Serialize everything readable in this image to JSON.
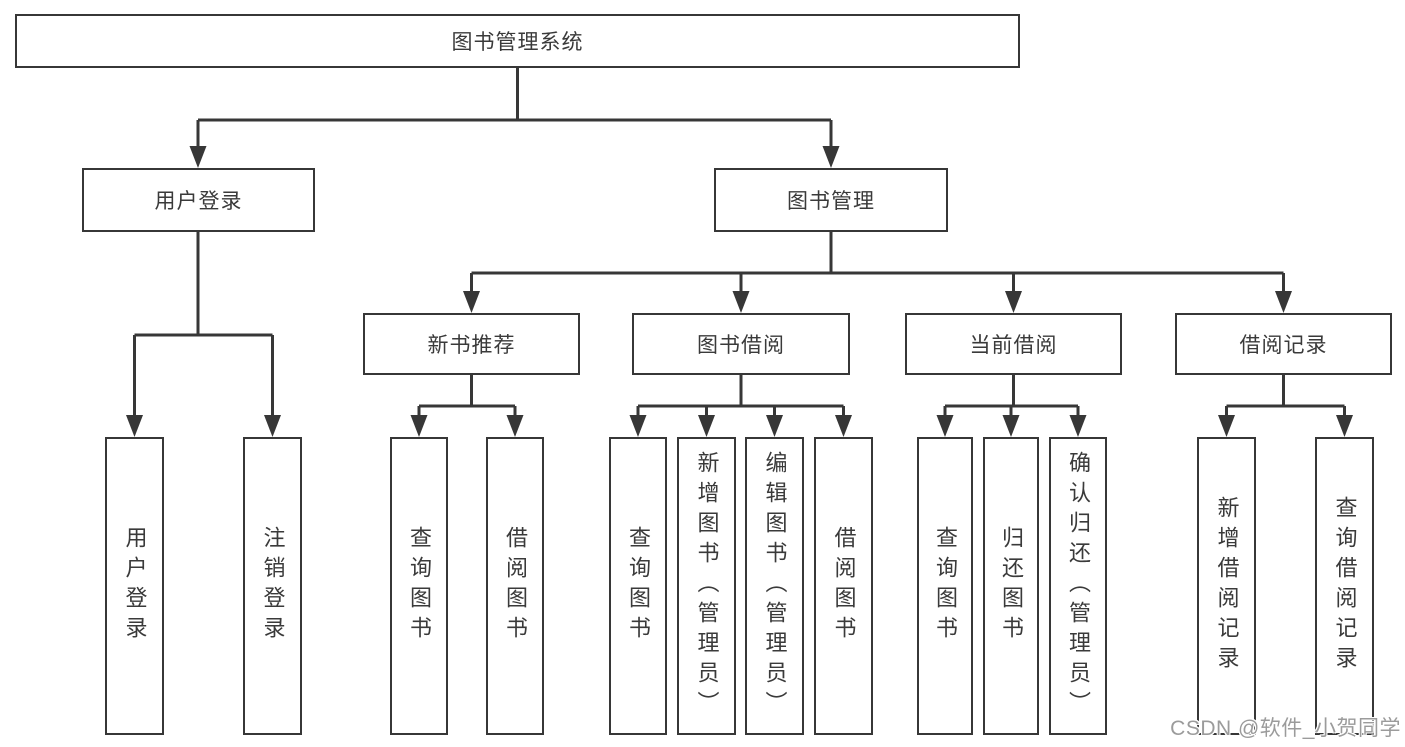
{
  "diagram": {
    "title": "图书管理系统",
    "level2": [
      {
        "label": "用户登录"
      },
      {
        "label": "图书管理"
      }
    ],
    "level3": [
      {
        "label": "新书推荐"
      },
      {
        "label": "图书借阅"
      },
      {
        "label": "当前借阅"
      },
      {
        "label": "借阅记录"
      }
    ],
    "leaves": {
      "user_login": [
        "用户登录",
        "注销登录"
      ],
      "new_book_recommend": [
        "查询图书",
        "借阅图书"
      ],
      "book_borrowing": [
        "查询图书",
        "新增图书（管理员）",
        "编辑图书（管理员）",
        "借阅图书"
      ],
      "current_borrowing": [
        "查询图书",
        "归还图书",
        "确认归还（管理员）"
      ],
      "borrowing_records": [
        "新增借阅记录",
        "查询借阅记录"
      ]
    }
  },
  "watermark": {
    "text": "CSDN @软件_小贺同学",
    "color": "#9b9b9b"
  },
  "colors": {
    "line": "#373737",
    "text": "#3a3a3a",
    "background": "#ffffff"
  }
}
